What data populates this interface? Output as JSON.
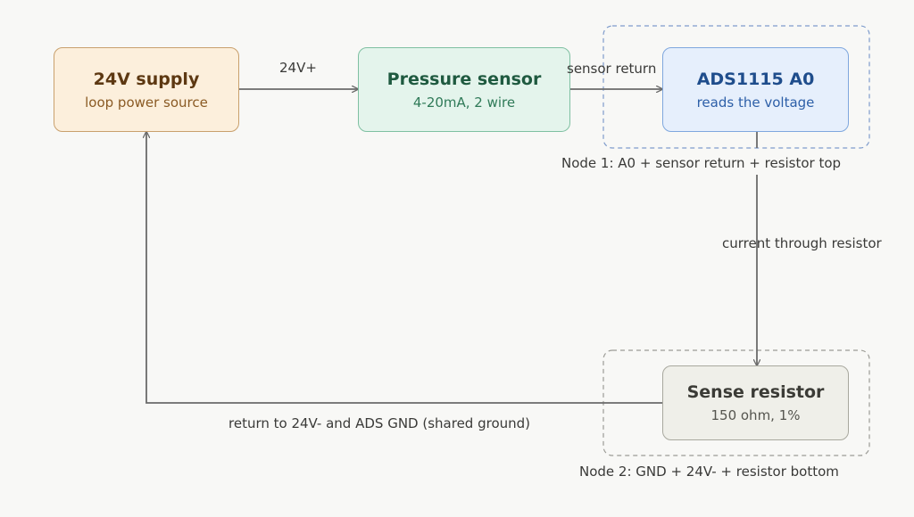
{
  "diagram": {
    "blocks": {
      "supply": {
        "title": "24V supply",
        "subtitle": "loop power source"
      },
      "sensor": {
        "title": "Pressure sensor",
        "subtitle": "4-20mA, 2 wire"
      },
      "ads": {
        "title": "ADS1115 A0",
        "subtitle": "reads the voltage"
      },
      "resistor": {
        "title": "Sense resistor",
        "subtitle": "150 ohm, 1%"
      }
    },
    "edges": {
      "supply_to_sensor": "24V+",
      "sensor_to_ads": "sensor return",
      "ads_to_resistor": "current through resistor",
      "resistor_to_supply": "return to 24V- and ADS GND (shared ground)"
    },
    "nodes": {
      "node1": "Node 1: A0 + sensor return + resistor top",
      "node2": "Node 2: GND + 24V- + resistor bottom"
    },
    "colors": {
      "wire": "#6b6b6b",
      "node1_outline": "#7f9ccc",
      "node2_outline": "#9c9c96"
    }
  }
}
